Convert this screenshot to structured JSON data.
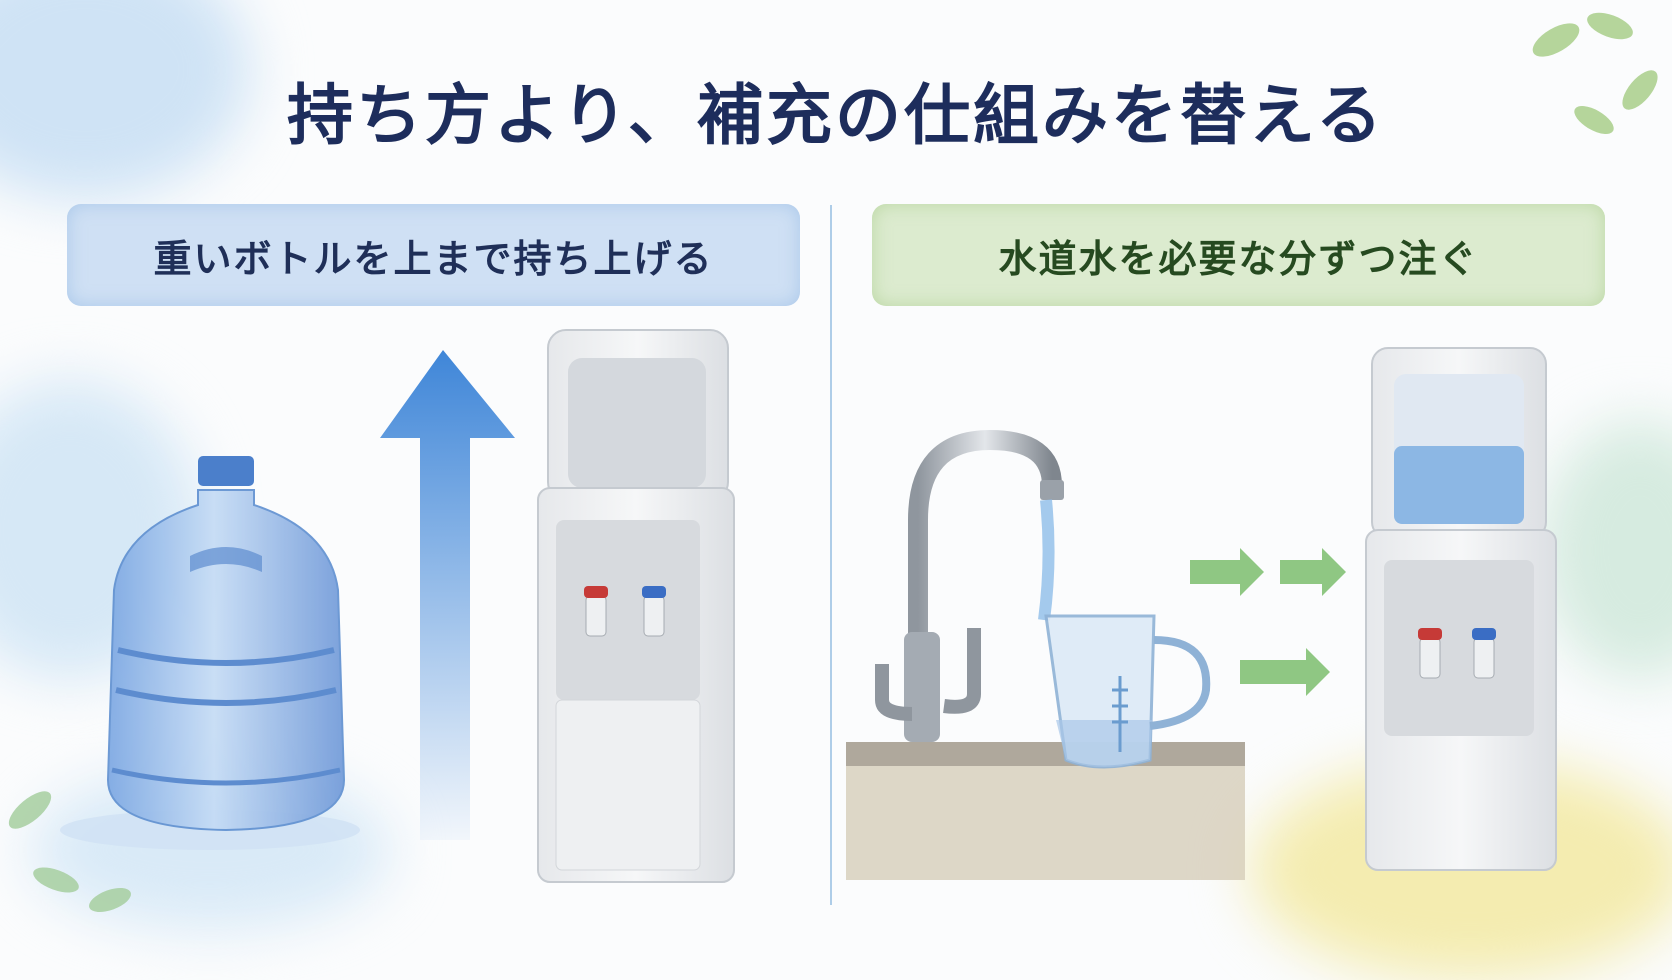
{
  "title": "持ち方より、補充の仕組みを替える",
  "left_panel": {
    "banner": "重いボトルを上まで持ち上げる",
    "items": [
      "water-bottle",
      "up-arrow",
      "water-server"
    ]
  },
  "right_panel": {
    "banner": "水道水を必要な分ずつ注ぐ",
    "items": [
      "kitchen-faucet",
      "measuring-pitcher",
      "right-arrows",
      "water-server-filled"
    ]
  },
  "colors": {
    "title": "#1d2d5c",
    "left_accent": "#cfe0f4",
    "right_accent": "#dcebcf",
    "arrow_blue": "#3f86d8",
    "arrow_green": "#8fc783"
  }
}
